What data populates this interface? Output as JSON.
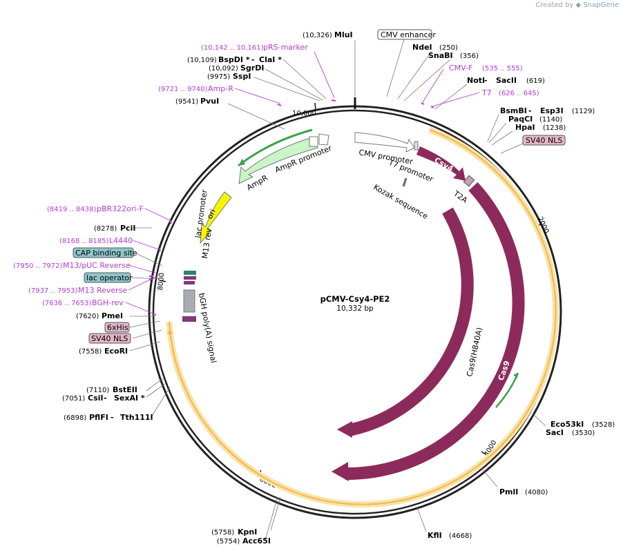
{
  "credit": {
    "prefix": "Created by",
    "brand": "SnapGene"
  },
  "plasmid": {
    "name": "pCMV-Csy4-PE2",
    "length": "10,332 bp"
  },
  "ticks": [
    "10,000",
    "2000",
    "4000",
    "6000",
    "8000"
  ],
  "colors": {
    "backbone": "#222222",
    "cargo": "#8c2b5b",
    "csy4": "#8c2b5b",
    "ampr": "#c9f5c7",
    "ori": "#f5f500",
    "primer": "#b33bd6",
    "orange": "#f0b84a",
    "green_arrow": "#3aa24a",
    "teal_label": "#8ec6cc",
    "pink_label": "#e3b6c8"
  },
  "sites": {
    "mlui": {
      "pos": "(10,326)",
      "name": "MluI"
    },
    "ndei": {
      "name": "NdeI",
      "pos": "(250)"
    },
    "snabi": {
      "name": "SnaBI",
      "pos": "(356)"
    },
    "noti": {
      "name": "NotI",
      "sep": " - ",
      "name2": "SacII",
      "pos": "(619)"
    },
    "bsmbi": {
      "name": "BsmBI",
      "sep": " - ",
      "name2": "Esp3I",
      "pos": "(1129)"
    },
    "paqci": {
      "name": "PaqCI",
      "pos": "(1140)"
    },
    "hpai": {
      "name": "HpaI",
      "pos": "(1238)"
    },
    "eco53ki": {
      "name": "Eco53kI",
      "pos": "(3528)"
    },
    "saci": {
      "name": "SacI",
      "pos": "(3530)"
    },
    "pmli": {
      "name": "PmlI",
      "pos": "(4080)"
    },
    "kfli": {
      "name": "KflI",
      "pos": "(4668)"
    },
    "kpni": {
      "pos": "(5758)",
      "name": "KpnI"
    },
    "acc65i": {
      "pos": "(5754)",
      "name": "Acc65I"
    },
    "pflfi": {
      "pos": "(6898)",
      "name": "PflFI",
      "sep": " - ",
      "name2": "Tth111I"
    },
    "csii": {
      "pos": "(7051)",
      "name": "CsiI",
      "sep": " - ",
      "name2": "SexAI *"
    },
    "bsteii": {
      "pos": "(7110)",
      "name": "BstEII"
    },
    "ecori": {
      "pos": "(7558)",
      "name": "EcoRI"
    },
    "pmei": {
      "pos": "(7620)",
      "name": "PmeI"
    },
    "pcii": {
      "pos": "(8278)",
      "name": "PciI"
    },
    "pvui": {
      "pos": "(9541)",
      "name": "PvuI"
    },
    "sspi": {
      "pos": "(9975)",
      "name": "SspI"
    },
    "sgrdi": {
      "pos": "(10,092)",
      "name": "SgrDI"
    },
    "bspdi": {
      "pos": "(10,109)",
      "name": "BspDI *",
      "sep": " - ",
      "name2": "ClaI *"
    }
  },
  "primers": {
    "prs": {
      "pos": "(10,142 .. 10,161)",
      "name": "pRS-marker"
    },
    "cmvf": {
      "name": "CMV-F",
      "pos": "(535 .. 555)"
    },
    "t7": {
      "name": "T7",
      "pos": "(626 .. 645)"
    },
    "ampr": {
      "pos": "(9721 .. 9740)",
      "name": "Amp-R"
    },
    "pbr": {
      "pos": "(8419 .. 8438)",
      "name": "pBR322ori-F"
    },
    "l4440": {
      "pos": "(8168 .. 8185)",
      "name": "L4440"
    },
    "m13puc": {
      "pos": "(7950 .. 7972)",
      "name": "M13/pUC Reverse"
    },
    "m13rev": {
      "pos": "(7937 .. 7953)",
      "name": "M13 Reverse"
    },
    "bgh": {
      "pos": "(7636 .. 7653)",
      "name": "BGH-rev"
    }
  },
  "boxed": {
    "cmv_enhancer": "CMV enhancer",
    "sv40_right": "SV40 NLS",
    "cap": "CAP binding site",
    "lacop": "lac operator",
    "his": "6xHis",
    "sv40_left": "SV40 NLS"
  },
  "features": {
    "cmv_promoter": "CMV promoter",
    "t7_promoter": "T7 promoter",
    "kozak": "Kozak sequence",
    "csy4": "Csy4",
    "t2a": "T2A",
    "cas9_h840a": "Cas9(H840A)",
    "cas9": "Cas9",
    "ampr": "AmpR",
    "ampr_promoter": "AmpR promoter",
    "ori": "ori",
    "lac_promoter": "lac promoter",
    "m13_rev": "M13 rev",
    "bgh": "bGH poly(A) signal"
  }
}
